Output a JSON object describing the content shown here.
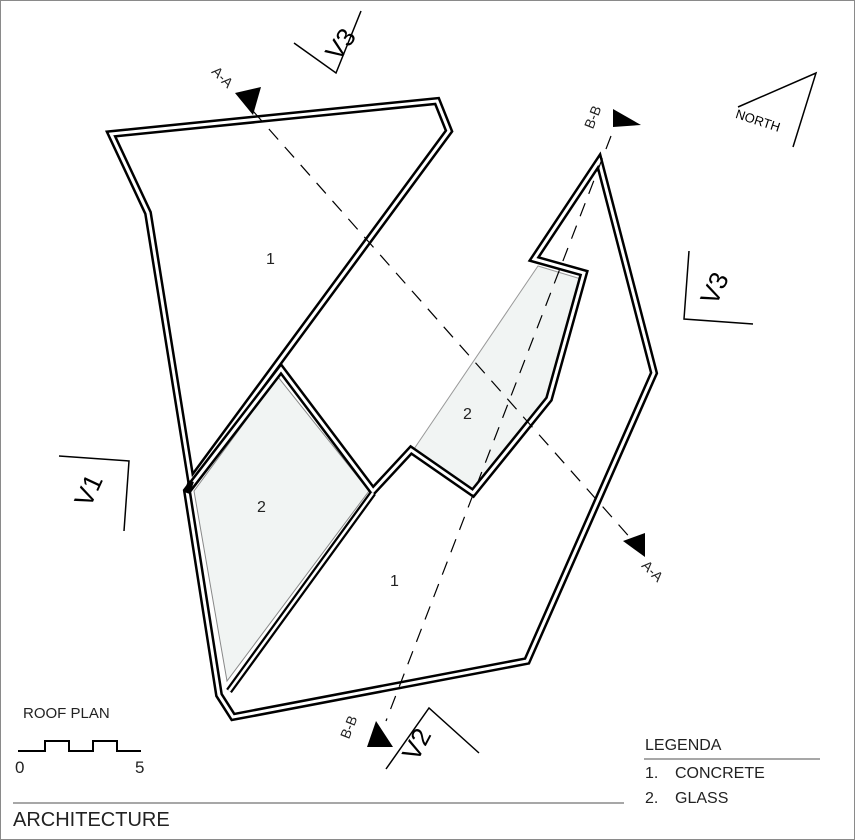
{
  "title": "ARCHITECTURE",
  "plan_title": "ROOF PLAN",
  "scale_bar": {
    "start": "0",
    "end": "5"
  },
  "legend": {
    "heading": "LEGENDA",
    "items": [
      {
        "number": "1.",
        "label": "CONCRETE"
      },
      {
        "number": "2.",
        "label": "GLASS"
      }
    ]
  },
  "zones": {
    "concrete": "1",
    "glass": "2"
  },
  "sections": {
    "a": "A-A",
    "b": "B-B"
  },
  "views": {
    "v1": "V1",
    "v2": "V2",
    "v3": "V3"
  },
  "north": "NORTH",
  "colors": {
    "line": "#000000",
    "glass_fill": "#f1f4f3",
    "rule": "#8a8a8a"
  }
}
